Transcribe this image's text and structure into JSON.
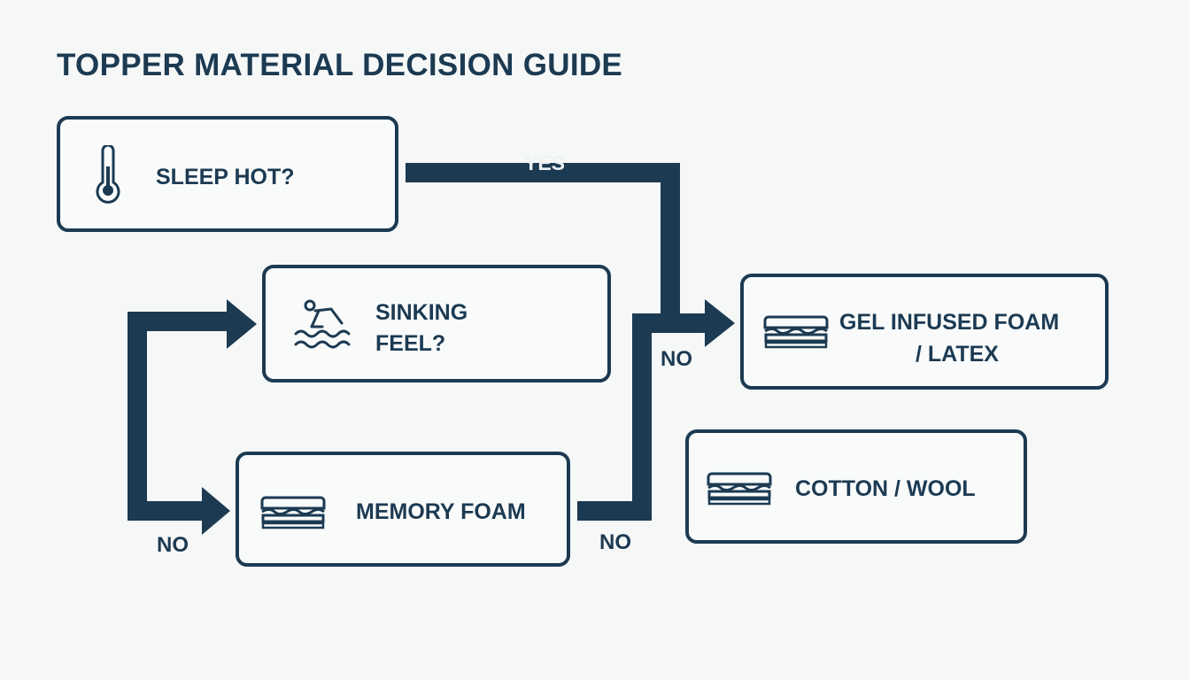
{
  "title": "TOPPER MATERIAL DECISION GUIDE",
  "nodes": {
    "sleep_hot": {
      "label": "SLEEP HOT?",
      "icon": "thermometer-icon"
    },
    "sinking_feel": {
      "label_line1": "SINKING",
      "label_line2": "FEEL?",
      "icon": "swimmer-icon"
    },
    "memory_foam": {
      "label": "MEMORY FOAM",
      "icon": "mattress-icon"
    },
    "gel_latex": {
      "label_line1": "GEL INFUSED FOAM",
      "label_line2": "/ LATEX",
      "icon": "mattress-icon"
    },
    "cotton_wool": {
      "label": "COTTON / WOOL",
      "icon": "mattress-icon"
    }
  },
  "edges": {
    "yes_label": "YES",
    "no_left": "NO",
    "no_middle": "NO",
    "no_right": "NO"
  },
  "colors": {
    "primary": "#1c3a52",
    "background": "#f6f8f8"
  }
}
